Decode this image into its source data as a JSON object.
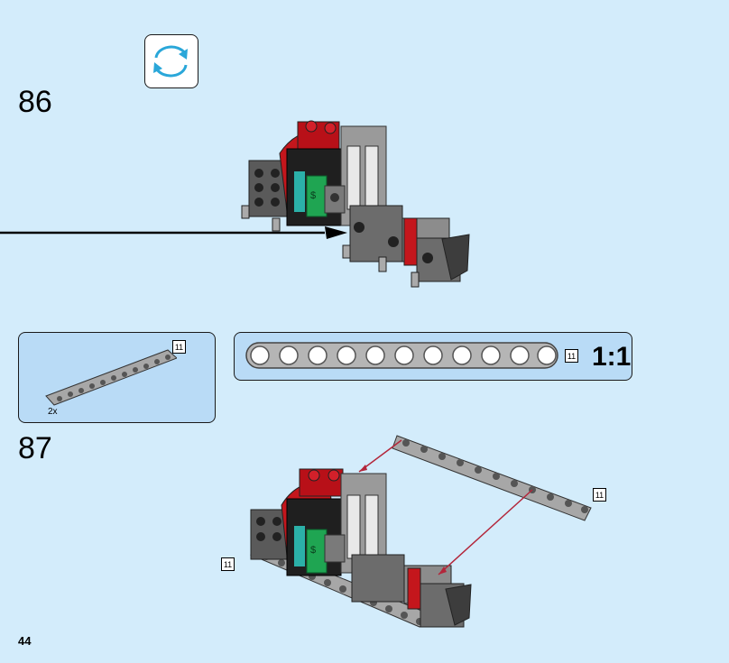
{
  "steps": [
    {
      "number": "86"
    },
    {
      "number": "87"
    }
  ],
  "parts_callout": {
    "quantity": "2x",
    "length": "11"
  },
  "scale_callout": {
    "length": "11",
    "label": "1:1"
  },
  "step87_tags": {
    "beam_length_left": "11",
    "beam_length_right": "11"
  },
  "page": {
    "number": "44"
  },
  "colors": {
    "background": "#d3ecfb",
    "callout": "#b9dbf6",
    "rotate_arrow": "#2aa7d9",
    "pointer_line": "#b3263a"
  },
  "icons": [
    "rotate-model-icon"
  ]
}
